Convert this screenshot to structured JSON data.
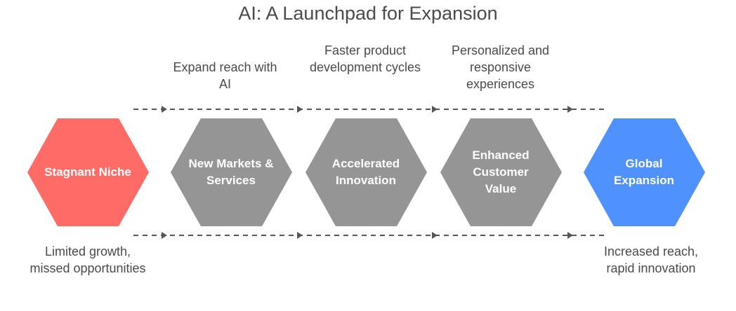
{
  "title": "AI: A Launchpad for Expansion",
  "colors": {
    "start": "#FF6B66",
    "step": "#959595",
    "end": "#4F91FF",
    "arrow": "#555555",
    "text": "#4a4a4a"
  },
  "stages": [
    {
      "label": "Stagnant Niche",
      "caption": "Limited growth, missed opportunities"
    },
    {
      "label": "New Markets & Services",
      "caption": "Expand reach with AI"
    },
    {
      "label": "Accelerated Innovation",
      "caption": "Faster product development cycles"
    },
    {
      "label": "Enhanced Customer Value",
      "caption": "Personalized and responsive experiences"
    },
    {
      "label": "Global Expansion",
      "caption": "Increased reach, rapid innovation"
    }
  ]
}
